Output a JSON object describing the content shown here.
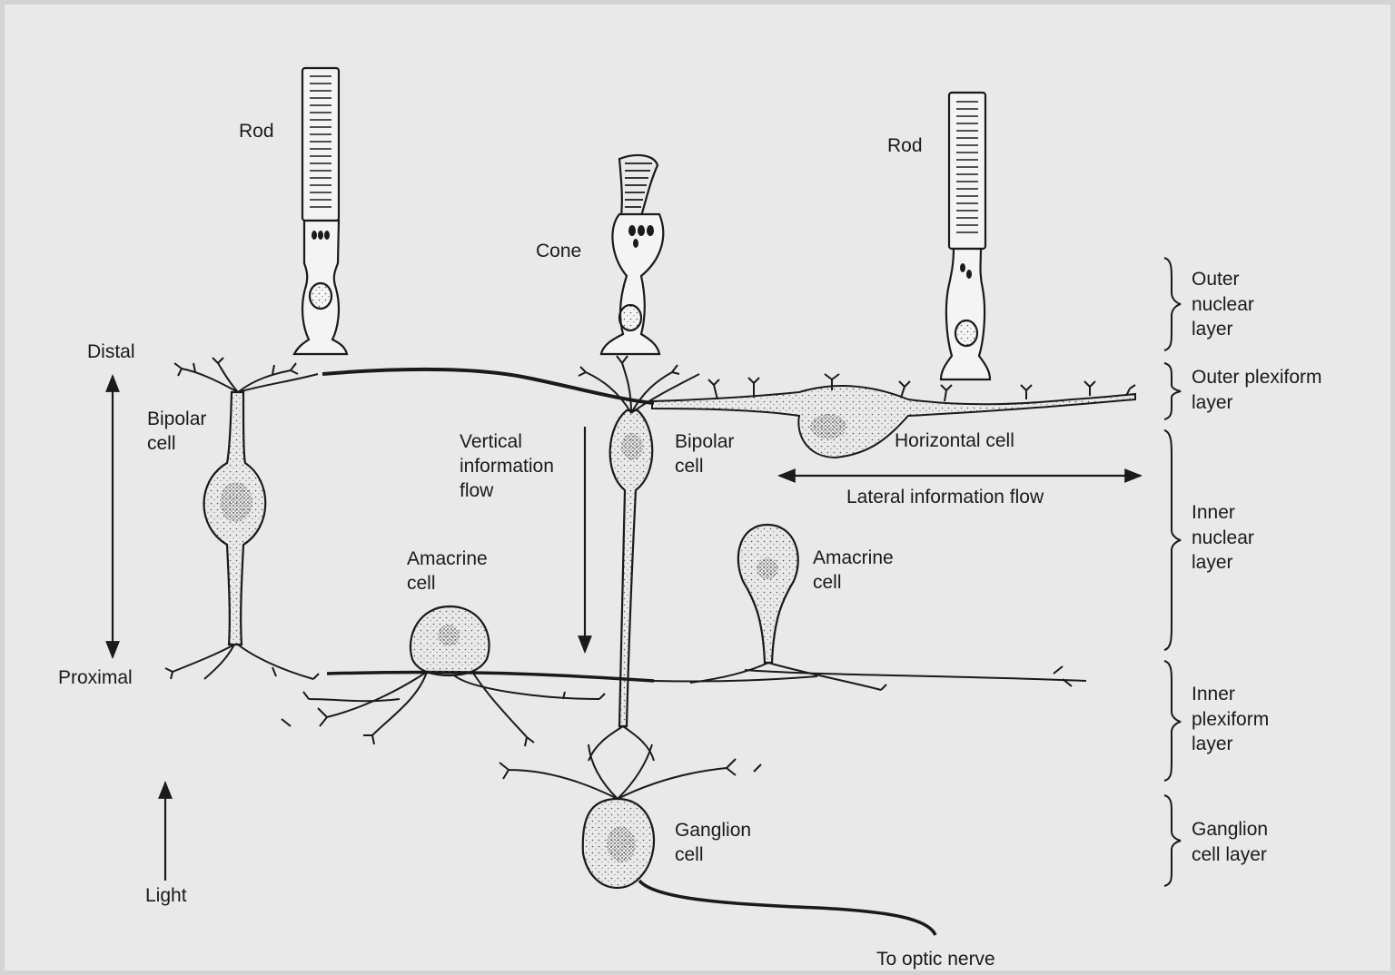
{
  "colors": {
    "background": "#ececec",
    "ink": "#1a1a1a",
    "cell_fill": "#f4f4f4"
  },
  "labels": {
    "rod_left": "Rod",
    "rod_right": "Rod",
    "cone": "Cone",
    "distal": "Distal",
    "proximal": "Proximal",
    "light": "Light",
    "bipolar_left": [
      "Bipolar",
      "cell"
    ],
    "bipolar_center": [
      "Bipolar",
      "cell"
    ],
    "vertical_flow": [
      "Vertical",
      "information",
      "flow"
    ],
    "horizontal_cell": "Horizontal cell",
    "lateral_flow": "Lateral information flow",
    "amacrine_left": [
      "Amacrine",
      "cell"
    ],
    "amacrine_right": [
      "Amacrine",
      "cell"
    ],
    "ganglion": [
      "Ganglion",
      "cell"
    ],
    "optic_nerve": "To optic nerve"
  },
  "layers": [
    {
      "lines": [
        "Outer",
        "nuclear",
        "layer"
      ]
    },
    {
      "lines": [
        "Outer plexiform",
        "layer"
      ]
    },
    {
      "lines": [
        "Inner",
        "nuclear",
        "layer"
      ]
    },
    {
      "lines": [
        "Inner",
        "plexiform",
        "layer"
      ]
    },
    {
      "lines": [
        "Ganglion",
        "cell layer"
      ]
    }
  ]
}
